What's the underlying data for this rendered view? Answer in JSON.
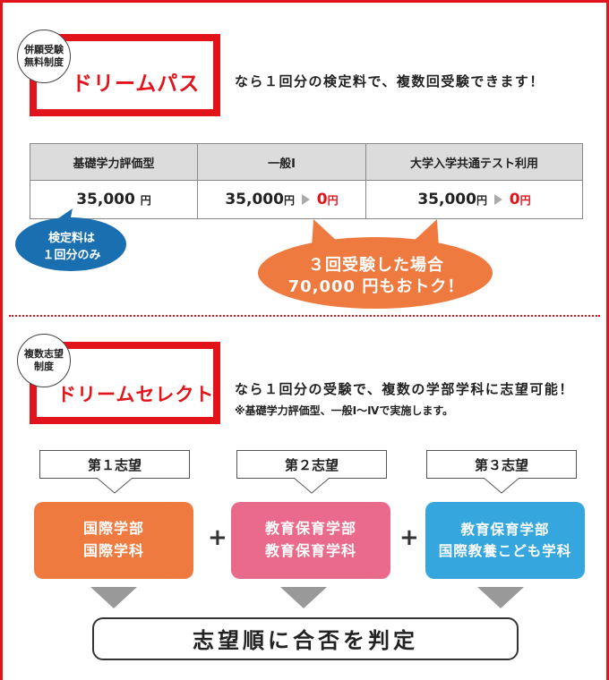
{
  "colors": {
    "accent_red": "#e2141b",
    "orange": "#ee7a40",
    "pink": "#e96a8a",
    "blue": "#35a6de",
    "note_blue": "#1a6fb0"
  },
  "dream_pass": {
    "badge_line1": "併願受験",
    "badge_line2": "無料制度",
    "title": "ドリームパス",
    "description": "なら１回分の検定料で、複数回受験できます！"
  },
  "fees": {
    "headers": [
      "基礎学力評価型",
      "一般Ⅰ",
      "大学入学共通テスト利用"
    ],
    "col1_price": "35,000",
    "col2_price": "35,000",
    "col2_after": "0",
    "col3_price": "35,000",
    "col3_after": "0",
    "yen": "円"
  },
  "note_bubble": {
    "line1": "検定料は",
    "line2": "１回分のみ"
  },
  "savings_bubble": {
    "line1": "３回受験した場合",
    "line2": "70,000 円もおトク！"
  },
  "dream_select": {
    "badge_line1": "複数志望",
    "badge_line2": "制度",
    "title": "ドリームセレクト",
    "description": "なら１回分の受験で、複数の学部学科に志望可能！",
    "note": "※基礎学力評価型、一般Ⅰ～Ⅳで実施します。"
  },
  "choices": [
    {
      "label": "第１志望",
      "line1": "国際学部",
      "line2": "国際学科"
    },
    {
      "label": "第２志望",
      "line1": "教育保育学部",
      "line2": "教育保育学科"
    },
    {
      "label": "第３志望",
      "line1": "教育保育学部",
      "line2": "国際教養こども学科"
    }
  ],
  "plus_symbol": "+",
  "result": "志望順に合否を判定"
}
